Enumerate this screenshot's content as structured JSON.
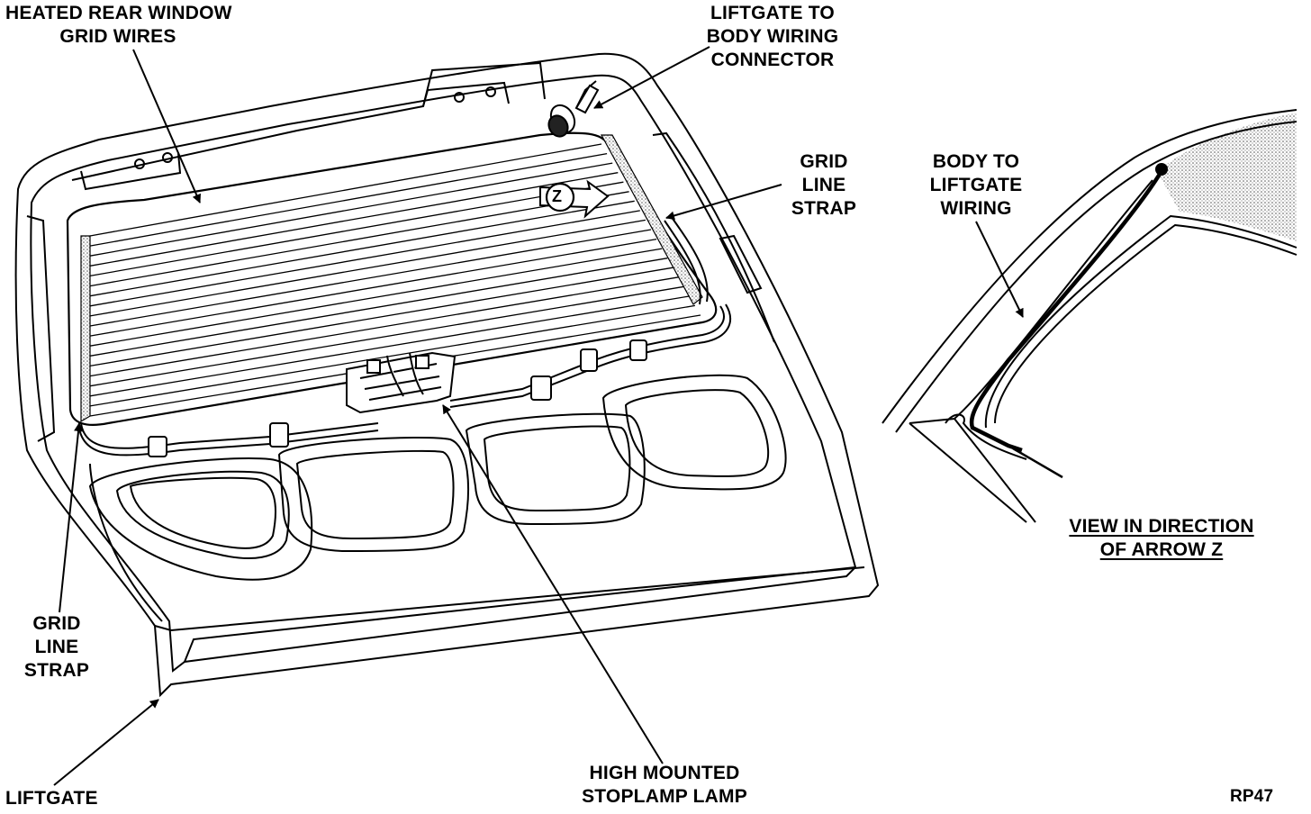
{
  "labels": {
    "heated_rear_window": [
      "HEATED REAR WINDOW",
      "GRID WIRES"
    ],
    "liftgate_to_body": [
      "LIFTGATE TO",
      "BODY WIRING",
      "CONNECTOR"
    ],
    "grid_line_strap_right": [
      "GRID",
      "LINE",
      "STRAP"
    ],
    "body_to_liftgate": [
      "BODY TO",
      "LIFTGATE",
      "WIRING"
    ],
    "view_direction": [
      "VIEW IN DIRECTION",
      "OF ARROW Z"
    ],
    "grid_line_strap_left": [
      "GRID",
      "LINE",
      "STRAP"
    ],
    "liftgate": "LIFTGATE",
    "high_mounted_stoplamp": [
      "HIGH MOUNTED",
      "STOPLAMP LAMP"
    ],
    "figure_code": "RP47",
    "arrow_z": "Z"
  }
}
